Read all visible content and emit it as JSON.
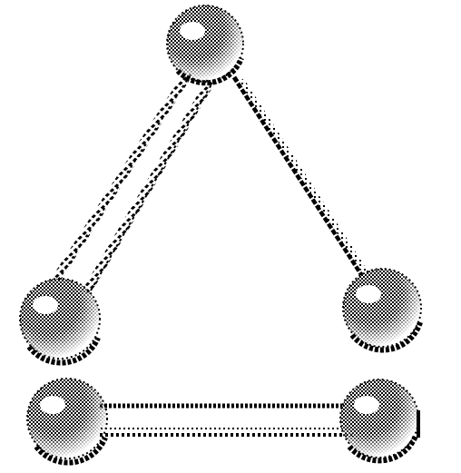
{
  "diagram": {
    "style": "dithered-bitmap",
    "colors": {
      "ink": "#000000",
      "paper": "#ffffff"
    },
    "triangle_molecule": {
      "atoms": [
        "top-atom",
        "bottom-left-atom",
        "bottom-right-atom"
      ],
      "bonds": [
        {
          "from": "top-atom",
          "to": "bottom-left-atom",
          "order": "double"
        },
        {
          "from": "top-atom",
          "to": "bottom-right-atom",
          "order": "single"
        }
      ]
    },
    "linear_molecule": {
      "atoms": [
        "left-atom",
        "right-atom"
      ],
      "bonds": [
        {
          "from": "left-atom",
          "to": "right-atom",
          "order": "double"
        }
      ]
    }
  }
}
